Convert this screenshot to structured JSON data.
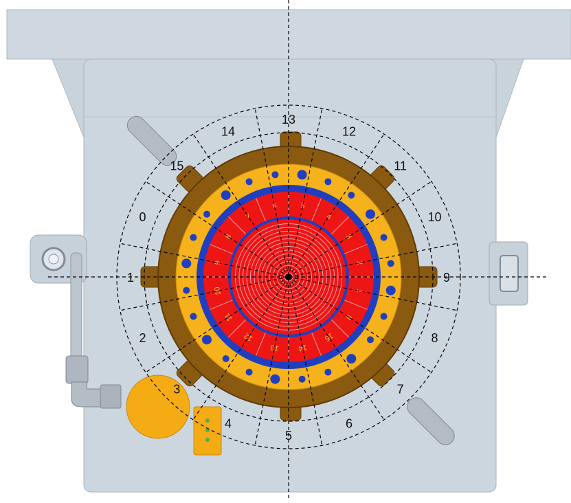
{
  "sector_labels": [
    "0",
    "1",
    "2",
    "3",
    "4",
    "5",
    "6",
    "7",
    "8",
    "9",
    "10",
    "11",
    "12",
    "13",
    "14",
    "15"
  ],
  "inner_labels": [
    "0",
    "1",
    "2",
    "3",
    "4",
    "5",
    "6",
    "7",
    "8",
    "9",
    "10",
    "11",
    "12",
    "13",
    "14",
    "15"
  ],
  "colors": {
    "plate": "#ccd6df",
    "plate_edge": "#a9b5c0",
    "flange": "#8a5a10",
    "flange_dark": "#5f3b05",
    "yellow_ring": "#f5b21c",
    "blue": "#1f3fc0",
    "red": "#ee1515",
    "detector_line": "#f3a3a3",
    "sector_text": "#111111",
    "inner_text": "#f7c23a",
    "guide_line": "#000000"
  }
}
